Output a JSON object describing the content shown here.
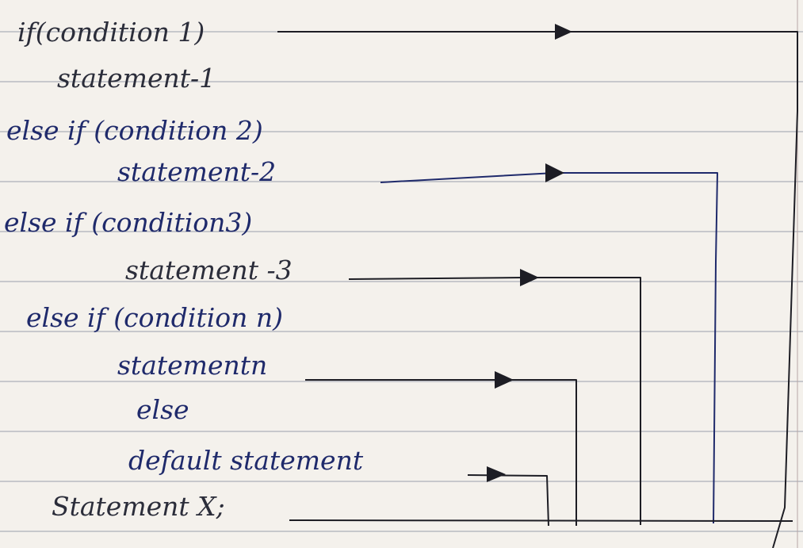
{
  "code_lines": [
    {
      "id": "if-condition-1",
      "text": "if(condition 1)",
      "ink": "black"
    },
    {
      "id": "statement-1",
      "text": "statement-1",
      "ink": "black"
    },
    {
      "id": "else-if-condition-2",
      "text": "else if (condition 2)",
      "ink": "blue"
    },
    {
      "id": "statement-2",
      "text": "statement-2",
      "ink": "blue"
    },
    {
      "id": "else-if-condition-3",
      "text": "else if (condition3)",
      "ink": "blue"
    },
    {
      "id": "statement-3",
      "text": "statement -3",
      "ink": "black"
    },
    {
      "id": "else-if-condition-n",
      "text": "else if (condition n)",
      "ink": "blue"
    },
    {
      "id": "statement-n",
      "text": "statementn",
      "ink": "blue"
    },
    {
      "id": "else",
      "text": "else",
      "ink": "blue"
    },
    {
      "id": "default-statement",
      "text": "default statement",
      "ink": "blue"
    },
    {
      "id": "statement-x",
      "text": "Statement X;",
      "ink": "black"
    }
  ],
  "colors": {
    "paper": "#f4f1ec",
    "rule_line": "#9aa0ab",
    "ink_black": "#2b2d3a",
    "ink_blue": "#1f2a6b"
  },
  "icons": {
    "flow_arrow": "arrowhead-icon"
  }
}
